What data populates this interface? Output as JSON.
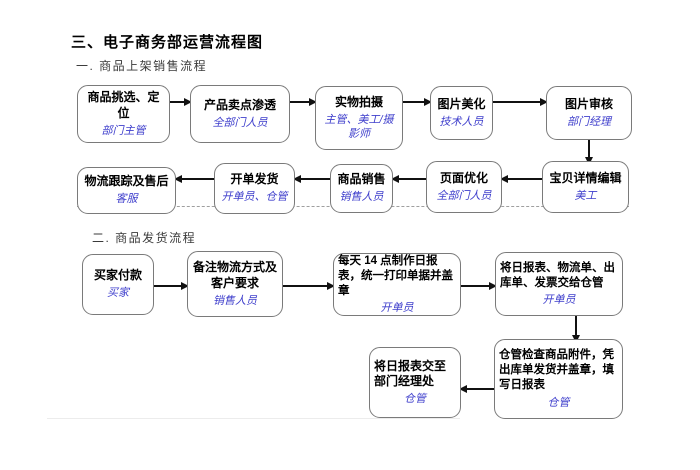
{
  "page_title": "三、电子商务部运营流程图",
  "section1": {
    "label": "一. 商品上架销售流程",
    "row1": [
      {
        "title": "商品挑选、定位",
        "role": "部门主管"
      },
      {
        "title": "产品卖点渗透",
        "role": "全部门人员"
      },
      {
        "title": "实物拍摄",
        "role": "主管、美工/摄影师"
      },
      {
        "title": "图片美化",
        "role": "技术人员"
      },
      {
        "title": "图片审核",
        "role": "部门经理"
      }
    ],
    "row2": [
      {
        "title": "物流跟踪及售后",
        "role": "客服"
      },
      {
        "title": "开单发货",
        "role": "开单员、仓管"
      },
      {
        "title": "商品销售",
        "role": "销售人员"
      },
      {
        "title": "页面优化",
        "role": "全部门人员"
      },
      {
        "title": "宝贝详情编辑",
        "role": "美工"
      }
    ]
  },
  "section2": {
    "label": "二. 商品发货流程",
    "row1": [
      {
        "title": "买家付款",
        "role": "买家"
      },
      {
        "title": "备注物流方式及客户要求",
        "role": "销售人员"
      },
      {
        "title": "每天 14 点制作日报表，统一打印单据并盖章",
        "role": "开单员"
      },
      {
        "title": "将日报表、物流单、出库单、发票交给仓管",
        "role": "开单员"
      }
    ],
    "row2": [
      {
        "title": "将日报表交至部门经理处",
        "role": "仓管"
      },
      {
        "title": "仓管检查商品附件，凭出库单发货并盖章，填写日报表",
        "role": "仓管"
      }
    ]
  },
  "colors": {
    "role_text": "#3f3fcc",
    "box_border": "#7a7a7a",
    "arrow": "#111111"
  }
}
